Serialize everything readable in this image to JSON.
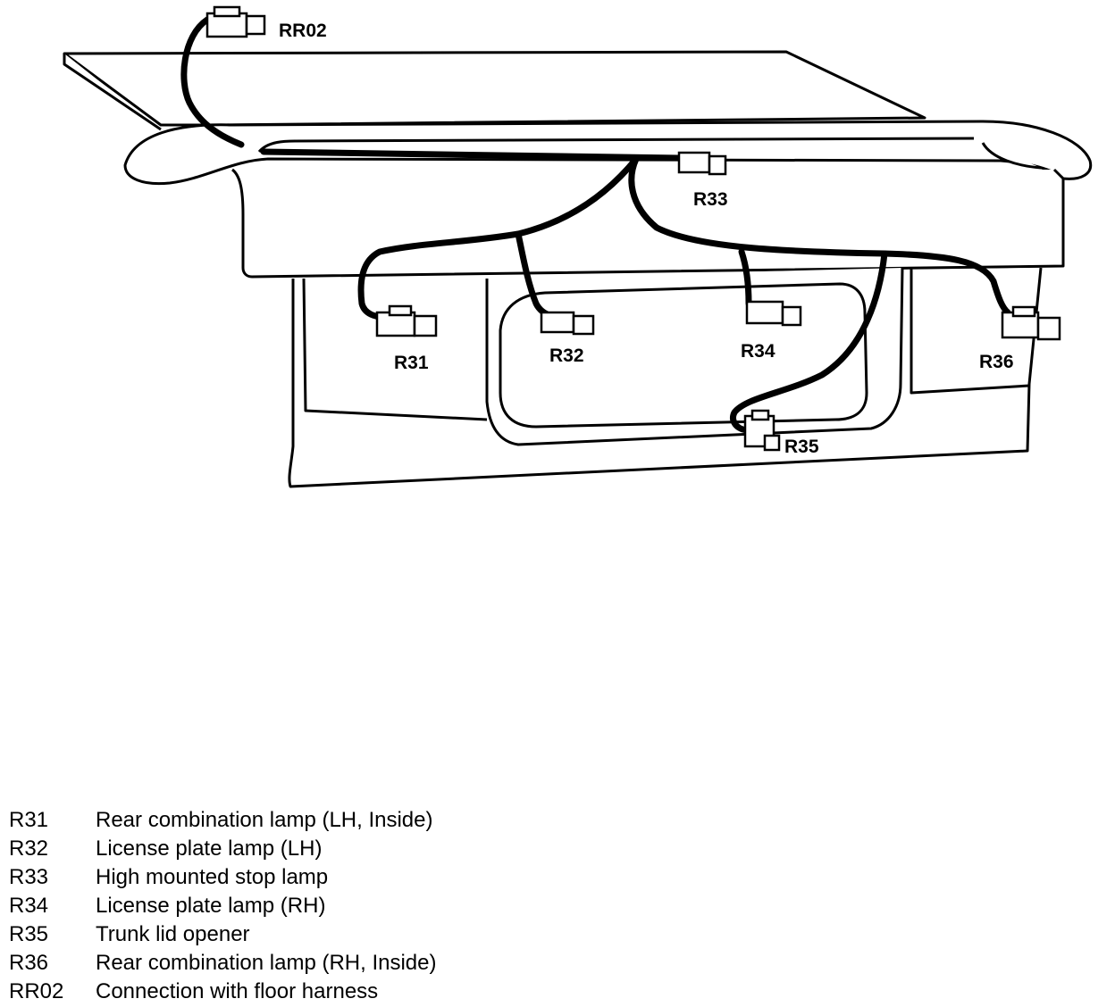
{
  "diagram": {
    "connectors": [
      {
        "code": "RR02"
      },
      {
        "code": "R33"
      },
      {
        "code": "R31"
      },
      {
        "code": "R32"
      },
      {
        "code": "R34"
      },
      {
        "code": "R36"
      },
      {
        "code": "R35"
      }
    ]
  },
  "legend": [
    {
      "code": "R31",
      "description": "Rear combination lamp (LH, Inside)"
    },
    {
      "code": "R32",
      "description": "License plate lamp (LH)"
    },
    {
      "code": "R33",
      "description": "High mounted stop lamp"
    },
    {
      "code": "R34",
      "description": "License plate lamp (RH)"
    },
    {
      "code": "R35",
      "description": "Trunk lid opener"
    },
    {
      "code": "R36",
      "description": "Rear combination lamp (RH, Inside)"
    },
    {
      "code": "RR02",
      "description": "Connection with floor harness"
    }
  ]
}
